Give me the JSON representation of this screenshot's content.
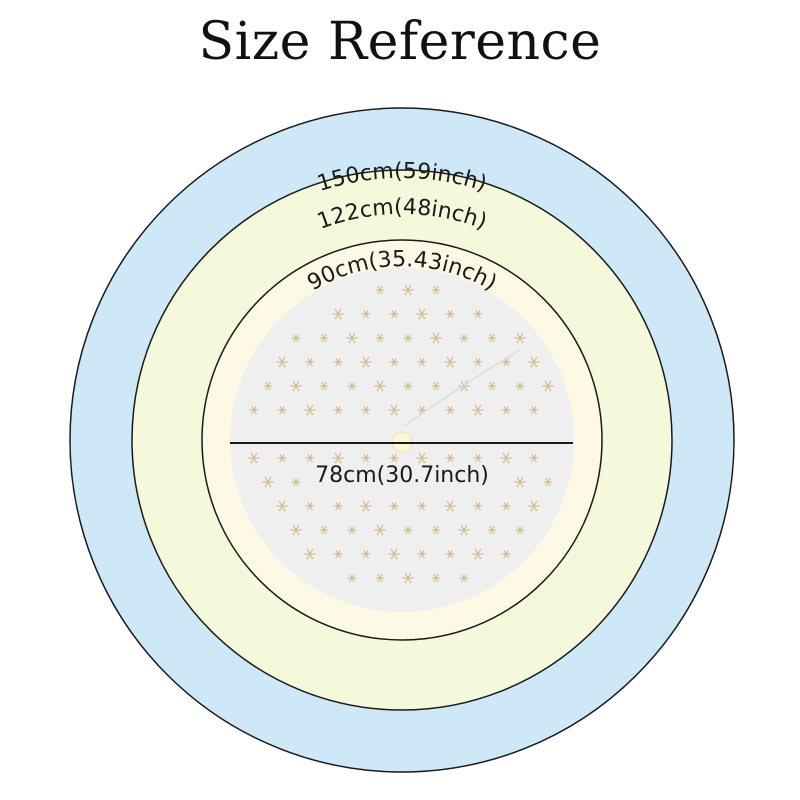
{
  "title": "Size Reference",
  "rings": [
    {
      "label": "150cm(59inch)",
      "color": "#cfe8f7"
    },
    {
      "label": "122cm(48inch)",
      "color": "#f4f9dc"
    },
    {
      "label": "90cm(35.43inch)",
      "color": "#fdf9e4"
    }
  ],
  "skirt": {
    "diameter_label": "78cm(30.7inch)",
    "color": "#efefef",
    "pattern_color": "#c9a66b",
    "pattern_icon": "snowflake-icon"
  },
  "outline_color": "#1a1a1a"
}
